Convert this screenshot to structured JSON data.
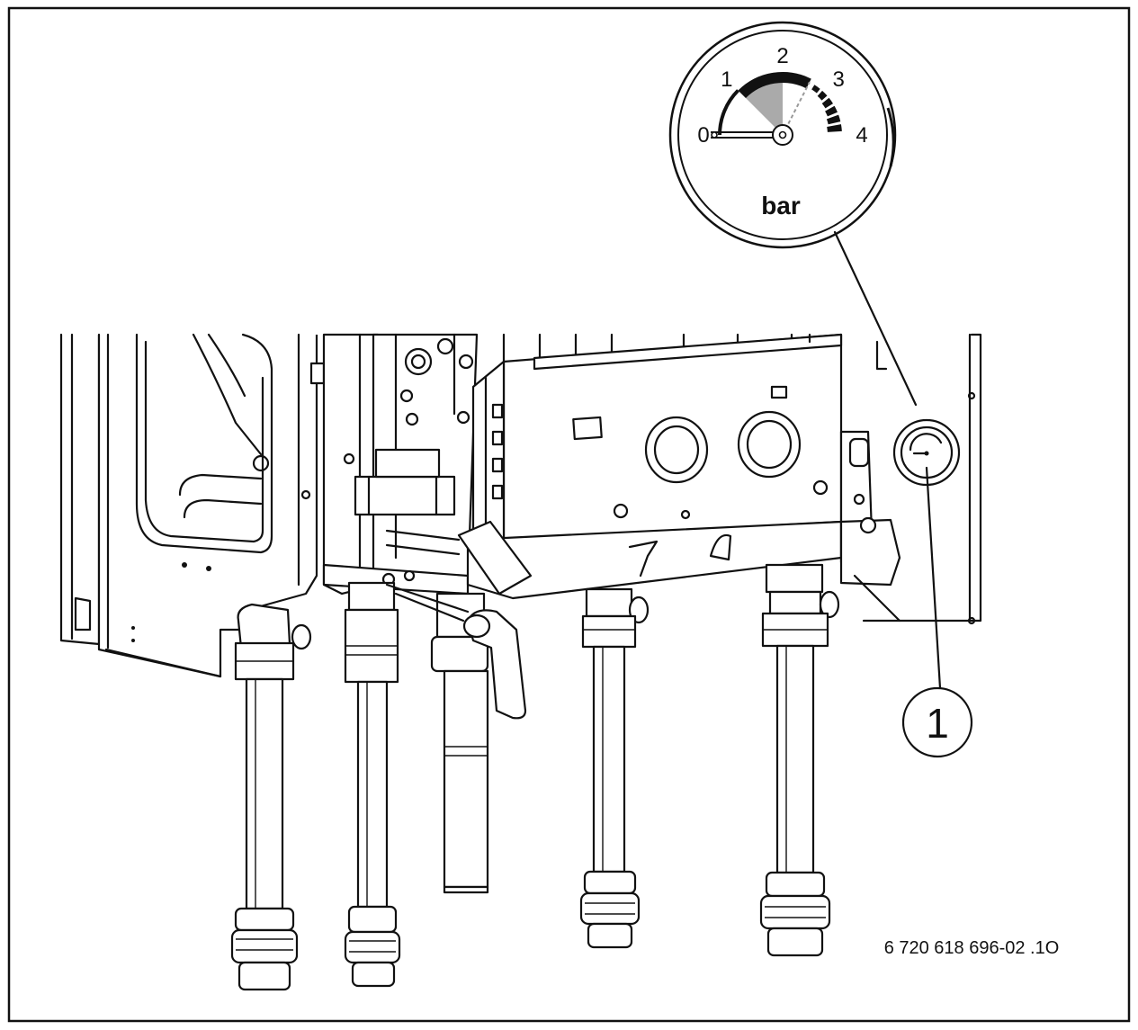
{
  "gauge": {
    "ticks": [
      "0",
      "1",
      "2",
      "3",
      "4"
    ],
    "unit": "bar",
    "needle_value": 0
  },
  "callout": {
    "number": "1"
  },
  "figure_code": "6 720 618 696-02 .1O"
}
